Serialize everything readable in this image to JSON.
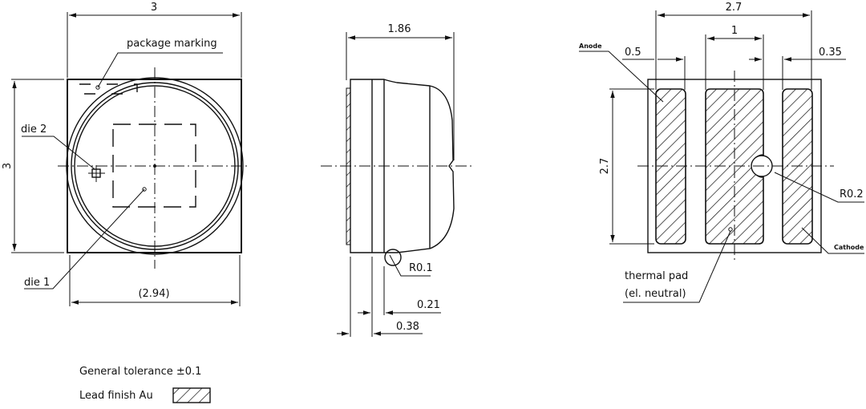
{
  "top_view": {
    "width_dim": "3",
    "height_dim": "3",
    "dome_dim": "(2.94)",
    "labels": {
      "package_marking": "package marking",
      "die_2": "die 2",
      "die_1": "die 1"
    }
  },
  "side_view": {
    "height_dim": "1.86",
    "radius": "R0.1",
    "dim_021": "0.21",
    "dim_038": "0.38"
  },
  "bottom_view": {
    "width_dim": "2.7",
    "center_pad_dim": "1",
    "anode_dim": "0.5",
    "cathode_dim": "0.35",
    "height_dim": "2.7",
    "radius": "R0.2",
    "labels": {
      "anode": "Anode",
      "cathode": "Cathode",
      "thermal_pad_1": "thermal pad",
      "thermal_pad_2": "(el. neutral)"
    }
  },
  "notes": {
    "tolerance": "General tolerance ±0.1",
    "lead_finish": "Lead finish Au"
  }
}
